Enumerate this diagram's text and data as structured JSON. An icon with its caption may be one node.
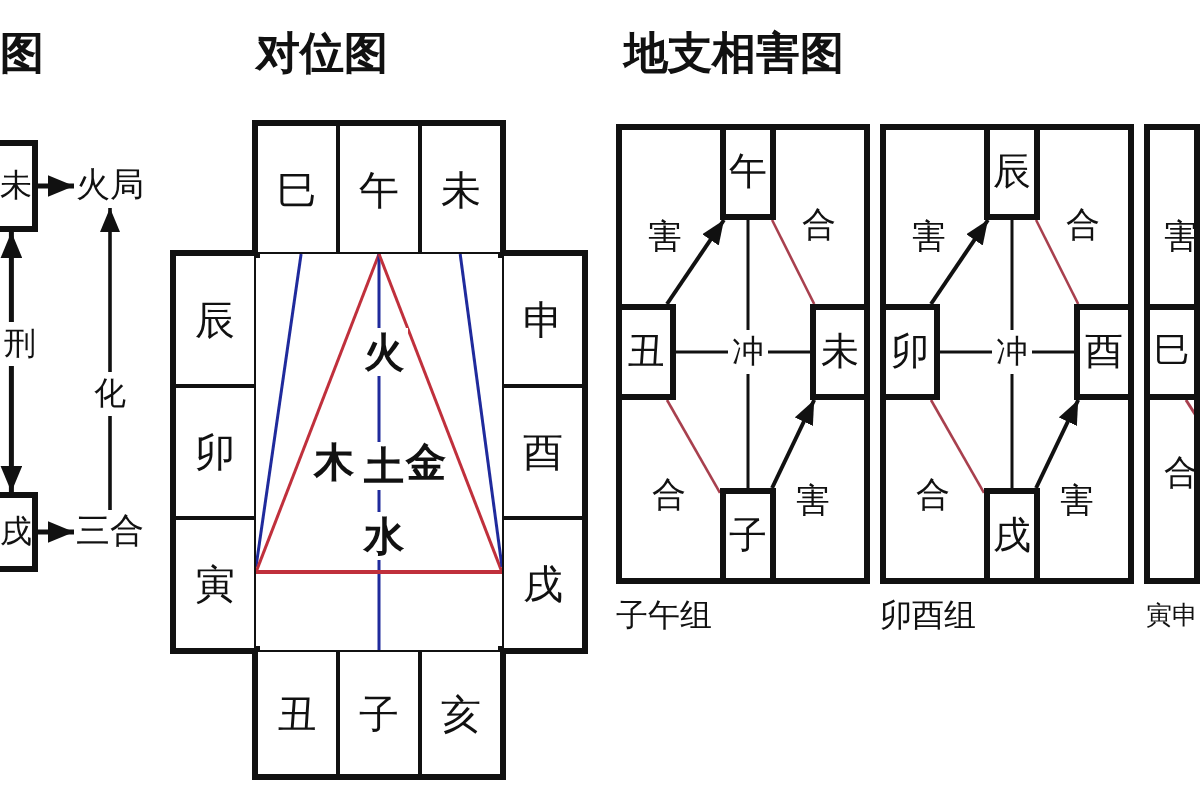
{
  "diagram": {
    "nodes": [
      {
        "text": [
          "未"
        ]
      },
      {
        "text": [
          "火局"
        ]
      },
      {
        "text": [
          "戌"
        ]
      },
      {
        "text": [
          "三合"
        ]
      },
      {
        "text": [
          "巳"
        ]
      },
      {
        "text": [
          "午"
        ]
      },
      {
        "text": [
          "未"
        ]
      },
      {
        "text": [
          "辰"
        ]
      },
      {
        "text": [
          "申"
        ]
      },
      {
        "text": [
          "卯"
        ]
      },
      {
        "text": [
          "酉"
        ]
      },
      {
        "text": [
          "寅"
        ]
      },
      {
        "text": [
          "戌"
        ]
      },
      {
        "text": [
          "丑"
        ]
      },
      {
        "text": [
          "子"
        ]
      },
      {
        "text": [
          "亥"
        ]
      },
      {
        "text": [
          "子午组"
        ]
      },
      {
        "text": [
          "午"
        ],
        "in": 16
      },
      {
        "text": [
          "丑"
        ],
        "in": 16
      },
      {
        "text": [
          "未"
        ],
        "in": 16
      },
      {
        "text": [
          "子"
        ],
        "in": 16
      },
      {
        "text": [
          "卯酉组"
        ]
      },
      {
        "text": [
          "辰"
        ],
        "in": 21
      },
      {
        "text": [
          "卯"
        ],
        "in": 21
      },
      {
        "text": [
          "酉"
        ],
        "in": 21
      },
      {
        "text": [
          "戌"
        ],
        "in": 21
      },
      {
        "text": [
          "寅申"
        ]
      },
      {
        "text": [
          "巳"
        ],
        "in": 26
      }
    ],
    "edges": [
      {
        "from": 0,
        "to": 1,
        "arrow": "to"
      },
      {
        "from": 0,
        "to": 2,
        "arrow": "both",
        "label": "刑"
      },
      {
        "from": 2,
        "to": 3,
        "arrow": "to"
      },
      {
        "from": 3,
        "to": 1,
        "arrow": "to",
        "label": "化"
      },
      {
        "from": 4,
        "to": 11,
        "arrow": "none",
        "color": "#1f2a9c"
      },
      {
        "from": 5,
        "to": 11,
        "arrow": "none",
        "color": "#c0303c"
      },
      {
        "from": 5,
        "to": 14,
        "arrow": "none",
        "color": "#1f2a9c"
      },
      {
        "from": 5,
        "to": 12,
        "arrow": "none",
        "color": "#c0303c"
      },
      {
        "from": 6,
        "to": 12,
        "arrow": "none",
        "color": "#1f2a9c"
      },
      {
        "from": 11,
        "to": 12,
        "arrow": "none",
        "color": "#c0303c"
      },
      {
        "from": 18,
        "to": 17,
        "arrow": "to",
        "label": "害"
      },
      {
        "from": 17,
        "to": 19,
        "arrow": "none",
        "label": "合",
        "color": "#a8404e"
      },
      {
        "from": 17,
        "to": 20,
        "arrow": "none"
      },
      {
        "from": 18,
        "to": 19,
        "arrow": "none",
        "label": "冲"
      },
      {
        "from": 18,
        "to": 20,
        "arrow": "none",
        "label": "合",
        "color": "#a8404e"
      },
      {
        "from": 20,
        "to": 19,
        "arrow": "to",
        "label": "害"
      },
      {
        "from": 23,
        "to": 22,
        "arrow": "to",
        "label": "害"
      },
      {
        "from": 22,
        "to": 24,
        "arrow": "none",
        "label": "合",
        "color": "#a8404e"
      },
      {
        "from": 22,
        "to": 25,
        "arrow": "none"
      },
      {
        "from": 23,
        "to": 24,
        "arrow": "none",
        "label": "冲"
      },
      {
        "from": 23,
        "to": 25,
        "arrow": "none",
        "label": "合",
        "color": "#a8404e"
      },
      {
        "from": 25,
        "to": 24,
        "arrow": "to",
        "label": "害"
      },
      {
        "from": 27,
        "to": null,
        "arrow": "none",
        "label": "合",
        "color": "#a8404e"
      }
    ],
    "labels": [
      "图",
      "对位图",
      "地支相害图",
      "火",
      "木",
      "土",
      "金",
      "水",
      "害"
    ]
  }
}
